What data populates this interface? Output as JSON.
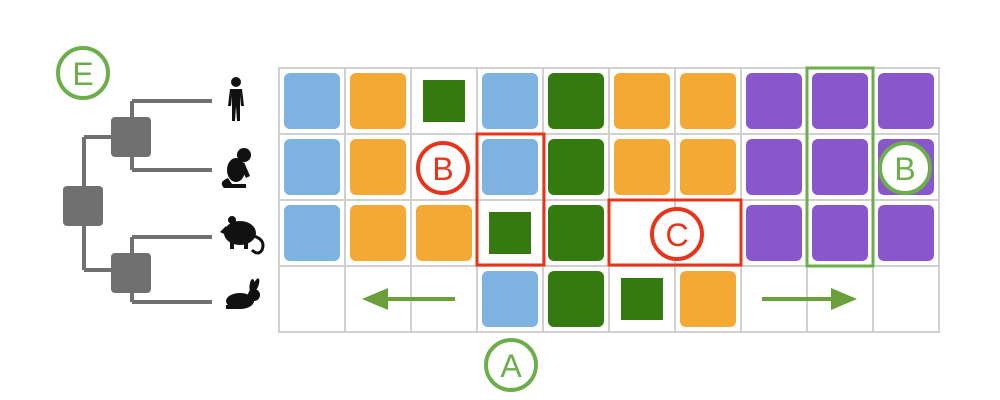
{
  "colors": {
    "blue": "#7EB2E0",
    "orange": "#F5A935",
    "green": "#357A0E",
    "purple": "#8A56CC",
    "grid_line": "#D0D0D0",
    "red_box": "#E8341B",
    "green_box": "#6CAF4A",
    "arrow": "#6A9F3A",
    "tree": "#707070",
    "silhouette": "#111111",
    "white": "#FFFFFF"
  },
  "species_icons": [
    "human-icon",
    "monkey-icon",
    "opossum-icon",
    "rabbit-icon"
  ],
  "matrix": {
    "rows": [
      [
        "blue",
        "orange",
        "green-small",
        "blue",
        "green",
        "orange",
        "orange",
        "purple",
        "purple",
        "purple"
      ],
      [
        "blue",
        "orange",
        "empty",
        "blue",
        "green",
        "orange",
        "orange",
        "purple",
        "purple",
        "purple"
      ],
      [
        "blue",
        "orange",
        "orange",
        "green-small",
        "green",
        "empty",
        "empty",
        "purple",
        "purple",
        "purple"
      ],
      [
        "empty",
        "empty",
        "empty",
        "blue",
        "green",
        "green-small",
        "orange",
        "empty",
        "empty",
        "empty"
      ]
    ]
  },
  "labels": {
    "e": "E",
    "a": "A",
    "b_red": "B",
    "b_green": "B",
    "c": "C"
  },
  "arrows": {
    "left": "left-arrow",
    "right": "right-arrow"
  }
}
